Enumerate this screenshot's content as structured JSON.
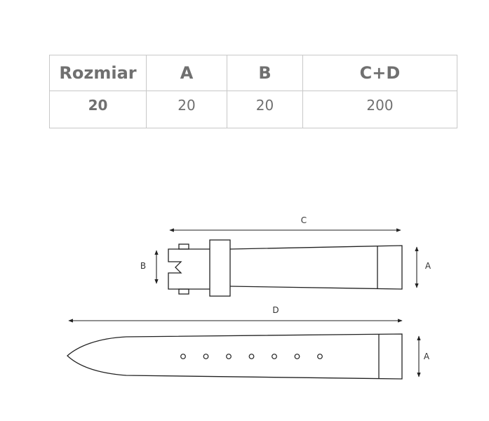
{
  "table": {
    "headers": [
      "Rozmiar",
      "A",
      "B",
      "C+D"
    ],
    "rows": [
      [
        "20",
        "20",
        "20",
        "200"
      ]
    ]
  },
  "diagram": {
    "labels": {
      "c": "C",
      "d": "D",
      "b": "B",
      "a_top": "A",
      "a_bottom": "A"
    },
    "stroke_color": "#222222",
    "hole_count": 7
  }
}
